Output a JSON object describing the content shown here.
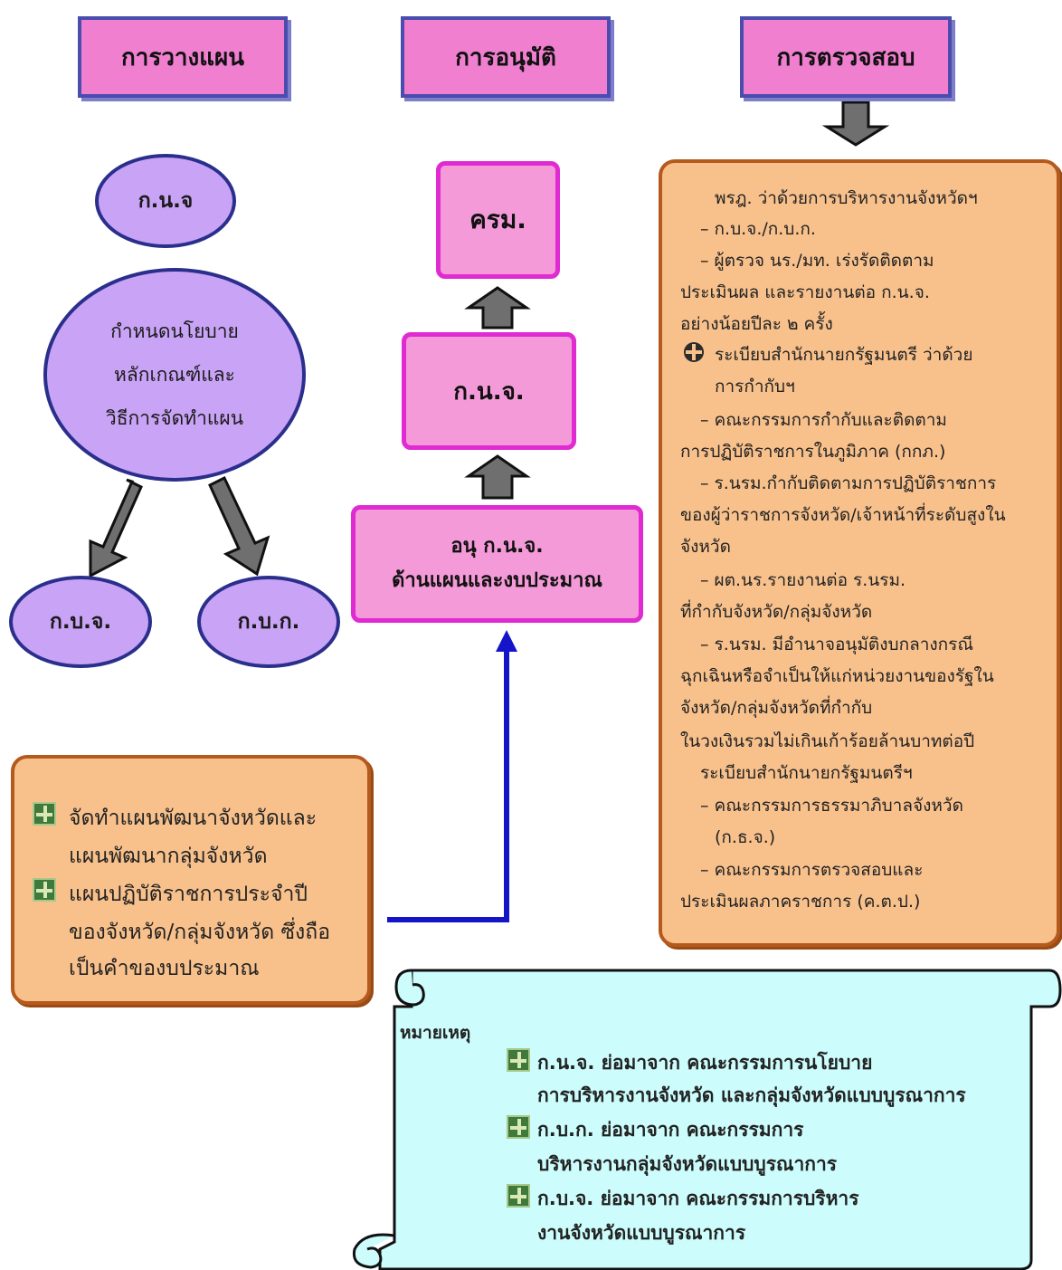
{
  "headers": {
    "planning": "การวางแผน",
    "approval": "การอนุมัติ",
    "inspection": "การตรวจสอบ"
  },
  "planning": {
    "top_node": "ก.น.จ",
    "policy_lines": [
      "กำหนดนโยบาย",
      "หลักเกณฑ์และ",
      "วิธีการจัดทำแผน"
    ],
    "left_node": "ก.บ.จ.",
    "right_node": "ก.บ.ก."
  },
  "approval": {
    "cabinet": "ครม.",
    "knj": "ก.น.จ.",
    "sub_line1": "อนุ ก.น.จ.",
    "sub_line2": "ด้านแผนและงบประมาณ"
  },
  "inspection_lines": [
    "พรฎ. ว่าด้วยการบริหารงานจังหวัดฯ",
    "– ก.บ.จ./ก.บ.ก.",
    "– ผู้ตรวจ นร./มท. เร่งรัดติดตาม",
    "ประเมินผล และรายงานต่อ ก.น.จ.",
    "อย่างน้อยปีละ ๒ ครั้ง",
    "ระเบียบสำนักนายกรัฐมนตรี ว่าด้วย",
    "การกำกับฯ",
    "– คณะกรรมการกำกับและติดตาม",
    "การปฏิบัติราชการในภูมิภาค (กกภ.)",
    "– ร.นรม.กำกับติดตามการปฏิบัติราชการ",
    "ของผู้ว่าราชการจังหวัด/เจ้าหน้าที่ระดับสูงใน",
    "จังหวัด",
    "– ผต.นร.รายงานต่อ ร.นรม.",
    "ที่กำกับจังหวัด/กลุ่มจังหวัด",
    "– ร.นรม. มีอำนาจอนุมัติงบกลางกรณี",
    "ฉุกเฉินหรือจำเป็นให้แก่หน่วยงานของรัฐใน",
    "จังหวัด/กลุ่มจังหวัดที่กำกับ",
    "ในวงเงินรวมไม่เกินเก้าร้อยล้านบาทต่อปี",
    "ระเบียบสำนักนายกรัฐมนตรีฯ",
    "– คณะกรรมการธรรมาภิบาลจังหวัด",
    "(ก.ธ.จ.)",
    "– คณะกรรมการตรวจสอบและ",
    "ประเมินผลภาคราชการ (ค.ต.ป.)"
  ],
  "plans_lines": [
    "จัดทำแผนพัฒนาจังหวัดและ",
    "แผนพัฒนากลุ่มจังหวัด",
    "แผนปฏิบัติราชการประจำปี",
    "ของจังหวัด/กลุ่มจังหวัด ซึ่งถือ",
    "เป็นคำของบประมาณ"
  ],
  "notes": {
    "title": "หมายเหตุ",
    "lines": [
      "ก.น.จ. ย่อมาจาก คณะกรรมการนโยบาย",
      "การบริหารงานจังหวัด และกลุ่มจังหวัดแบบบูรณาการ",
      "ก.บ.ก. ย่อมาจาก คณะกรรมการ",
      "บริหารงานกลุ่มจังหวัดแบบบูรณาการ",
      "ก.บ.จ. ย่อมาจาก คณะกรรมการบริหาร",
      "งานจังหวัดแบบบูรณาการ"
    ]
  },
  "colors": {
    "header_fill": "#f07fd0",
    "ellipse_fill": "#c9a3f5",
    "pink_box_fill": "#f59ad8",
    "orange_box_fill": "#f8c18c",
    "scroll_fill": "#ccfcfc",
    "connector": "#1414c8"
  }
}
